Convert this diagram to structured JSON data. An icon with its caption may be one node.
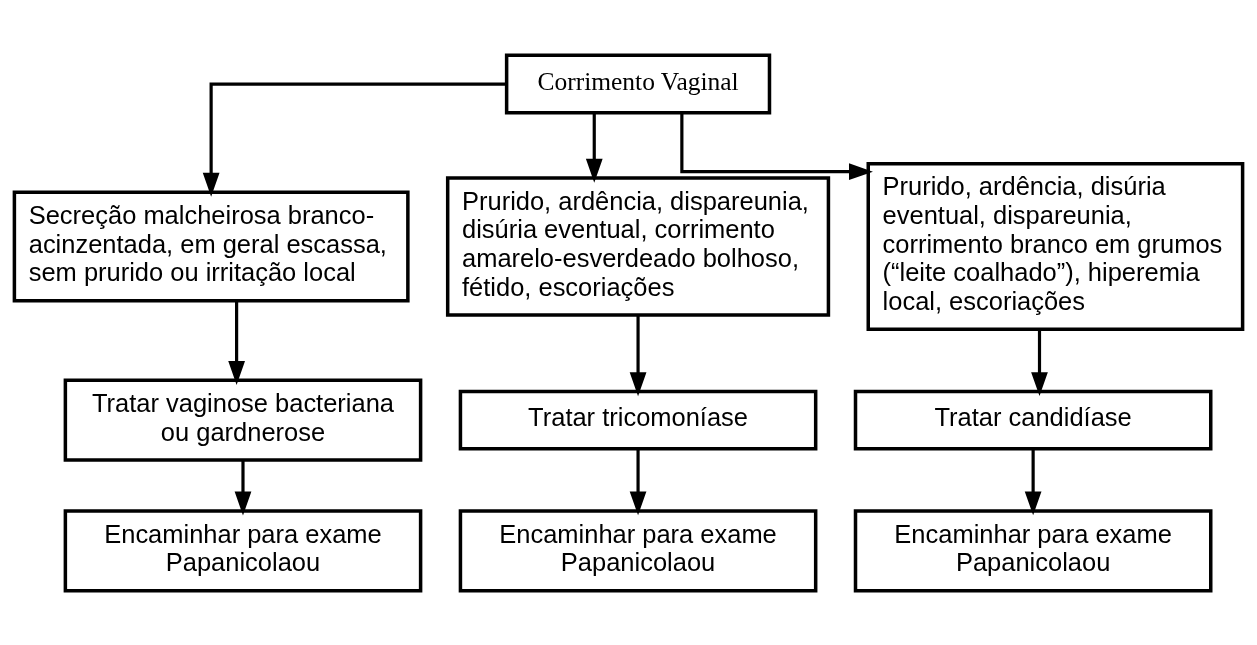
{
  "diagram": {
    "nodes": [
      {
        "text": [
          "Corrimento Vaginal"
        ]
      },
      {
        "text": [
          "Secreção malcheirosa branco-acinzentada, em geral escassa, sem prurido ou irritação local"
        ]
      },
      {
        "text": [
          "Prurido, ardência, dispareunia, disúria eventual, corrimento amarelo-esverdeado bolhoso, fétido, escoriações"
        ]
      },
      {
        "text": [
          "Prurido, ardência, disúria eventual, dispareunia, corrimento branco em grumos (“leite coalhado”), hiperemia local, escoriações"
        ]
      },
      {
        "text": [
          "Tratar vaginose bacteriana ou gardnerose"
        ]
      },
      {
        "text": [
          "Tratar tricomoníase"
        ]
      },
      {
        "text": [
          "Tratar candidíase"
        ]
      },
      {
        "text": [
          "Encaminhar para exame Papanicolaou"
        ]
      },
      {
        "text": [
          "Encaminhar para exame Papanicolaou"
        ]
      },
      {
        "text": [
          "Encaminhar para exame Papanicolaou"
        ]
      }
    ],
    "edges": [
      {
        "from": 0,
        "to": 1,
        "arrow": "to"
      },
      {
        "from": 0,
        "to": 2,
        "arrow": "to"
      },
      {
        "from": 0,
        "to": 3,
        "arrow": "to"
      },
      {
        "from": 1,
        "to": 4,
        "arrow": "to"
      },
      {
        "from": 2,
        "to": 5,
        "arrow": "to"
      },
      {
        "from": 3,
        "to": 6,
        "arrow": "to"
      },
      {
        "from": 4,
        "to": 7,
        "arrow": "to"
      },
      {
        "from": 5,
        "to": 8,
        "arrow": "to"
      },
      {
        "from": 6,
        "to": 9,
        "arrow": "to"
      }
    ]
  }
}
